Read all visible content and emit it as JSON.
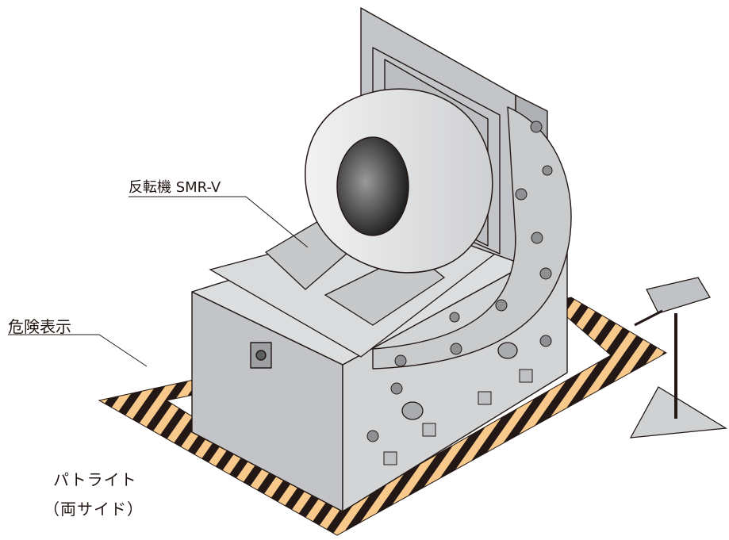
{
  "labels": {
    "machine": "反転機 SMR-V",
    "warning": "危険表示",
    "patlite_line1": "パトライト",
    "patlite_line2": "（両サイド）"
  },
  "colors": {
    "stripe_yellow": "#f8c98a",
    "stripe_black": "#231815",
    "steel_face": "#c9cbcd",
    "steel_side": "#b6b8bb",
    "coil": "#e4e5e6",
    "coil_hole": "#3a3a3a",
    "outline": "#231815"
  },
  "icons": {
    "bolt": "hex-bolt-icon",
    "eye_bolt": "eye-bolt-icon",
    "patlite_stand": "tripod-stand-icon"
  }
}
